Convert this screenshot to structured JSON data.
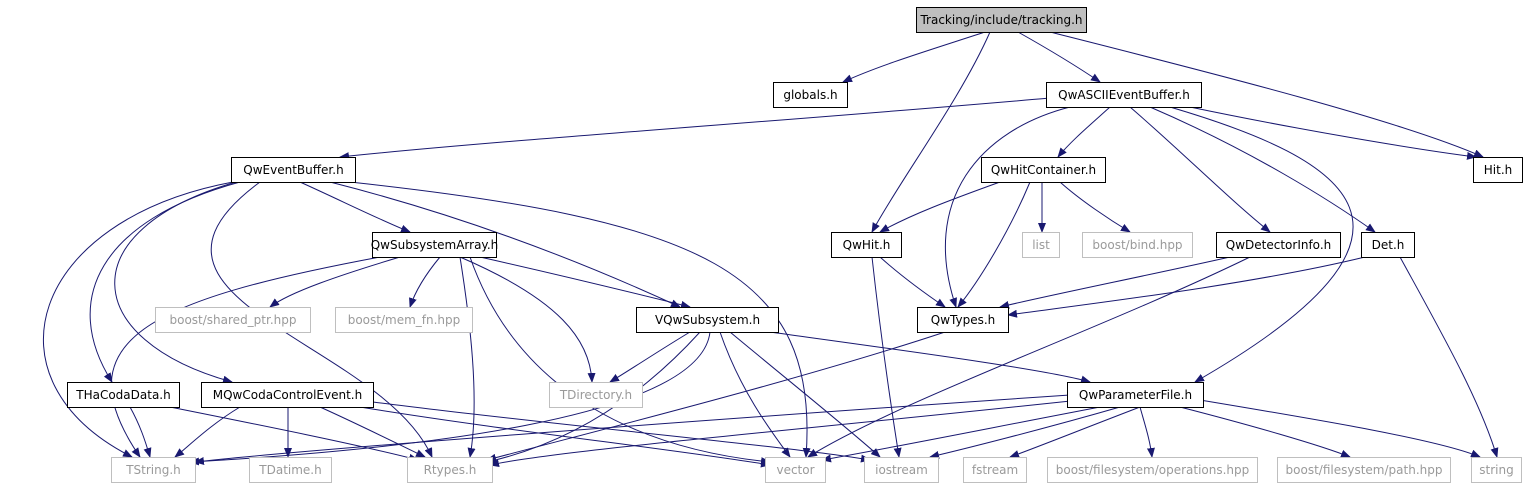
{
  "colors": {
    "edge": "#191970",
    "node_border": "#000000",
    "node_fill": "#ffffff",
    "root_fill": "#bfbfbf",
    "external_border": "#bfbfbf",
    "external_text": "#9a9a9a",
    "text": "#000000"
  },
  "nodes": [
    {
      "id": "tracking",
      "label": "Tracking/include/tracking.h",
      "kind": "root"
    },
    {
      "id": "globals",
      "label": "globals.h",
      "kind": "header"
    },
    {
      "id": "asciievent",
      "label": "QwASCIIEventBuffer.h",
      "kind": "header"
    },
    {
      "id": "hit",
      "label": "Hit.h",
      "kind": "header"
    },
    {
      "id": "eventbuffer",
      "label": "QwEventBuffer.h",
      "kind": "header"
    },
    {
      "id": "hitcontainer",
      "label": "QwHitContainer.h",
      "kind": "header"
    },
    {
      "id": "subsysarray",
      "label": "QwSubsystemArray.h",
      "kind": "header"
    },
    {
      "id": "qwhit",
      "label": "QwHit.h",
      "kind": "header"
    },
    {
      "id": "list",
      "label": "list",
      "kind": "external"
    },
    {
      "id": "bind",
      "label": "boost/bind.hpp",
      "kind": "external"
    },
    {
      "id": "detinfo",
      "label": "QwDetectorInfo.h",
      "kind": "header"
    },
    {
      "id": "det",
      "label": "Det.h",
      "kind": "header"
    },
    {
      "id": "sharedptr",
      "label": "boost/shared_ptr.hpp",
      "kind": "external"
    },
    {
      "id": "memfn",
      "label": "boost/mem_fn.hpp",
      "kind": "external"
    },
    {
      "id": "vsubsys",
      "label": "VQwSubsystem.h",
      "kind": "header"
    },
    {
      "id": "qwtypes",
      "label": "QwTypes.h",
      "kind": "header"
    },
    {
      "id": "thacoda",
      "label": "THaCodaData.h",
      "kind": "header"
    },
    {
      "id": "mqwcoda",
      "label": "MQwCodaControlEvent.h",
      "kind": "header"
    },
    {
      "id": "tdirectory",
      "label": "TDirectory.h",
      "kind": "external"
    },
    {
      "id": "paramfile",
      "label": "QwParameterFile.h",
      "kind": "header"
    },
    {
      "id": "tstring",
      "label": "TString.h",
      "kind": "external"
    },
    {
      "id": "tdatime",
      "label": "TDatime.h",
      "kind": "external"
    },
    {
      "id": "rtypes",
      "label": "Rtypes.h",
      "kind": "external"
    },
    {
      "id": "vector",
      "label": "vector",
      "kind": "external"
    },
    {
      "id": "iostream",
      "label": "iostream",
      "kind": "external"
    },
    {
      "id": "fstream",
      "label": "fstream",
      "kind": "external"
    },
    {
      "id": "fsops",
      "label": "boost/filesystem/operations.hpp",
      "kind": "external"
    },
    {
      "id": "fspath",
      "label": "boost/filesystem/path.hpp",
      "kind": "external"
    },
    {
      "id": "string",
      "label": "string",
      "kind": "external"
    }
  ],
  "edges": [
    [
      "tracking",
      "globals"
    ],
    [
      "tracking",
      "asciievent"
    ],
    [
      "tracking",
      "hit"
    ],
    [
      "tracking",
      "qwhit"
    ],
    [
      "asciievent",
      "eventbuffer"
    ],
    [
      "asciievent",
      "hitcontainer"
    ],
    [
      "asciievent",
      "hit"
    ],
    [
      "asciievent",
      "qwtypes"
    ],
    [
      "asciievent",
      "detinfo"
    ],
    [
      "asciievent",
      "det"
    ],
    [
      "asciievent",
      "paramfile"
    ],
    [
      "eventbuffer",
      "subsysarray"
    ],
    [
      "eventbuffer",
      "vsubsys"
    ],
    [
      "eventbuffer",
      "thacoda"
    ],
    [
      "eventbuffer",
      "mqwcoda"
    ],
    [
      "eventbuffer",
      "tstring"
    ],
    [
      "eventbuffer",
      "rtypes"
    ],
    [
      "eventbuffer",
      "vector"
    ],
    [
      "hitcontainer",
      "qwhit"
    ],
    [
      "hitcontainer",
      "list"
    ],
    [
      "hitcontainer",
      "bind"
    ],
    [
      "hitcontainer",
      "qwtypes"
    ],
    [
      "qwhit",
      "qwtypes"
    ],
    [
      "qwhit",
      "iostream"
    ],
    [
      "detinfo",
      "qwtypes"
    ],
    [
      "detinfo",
      "vector"
    ],
    [
      "det",
      "qwtypes"
    ],
    [
      "det",
      "string"
    ],
    [
      "subsysarray",
      "sharedptr"
    ],
    [
      "subsysarray",
      "memfn"
    ],
    [
      "subsysarray",
      "vsubsys"
    ],
    [
      "subsysarray",
      "tdirectory"
    ],
    [
      "subsysarray",
      "tstring"
    ],
    [
      "subsysarray",
      "rtypes"
    ],
    [
      "subsysarray",
      "vector"
    ],
    [
      "vsubsys",
      "tdirectory"
    ],
    [
      "vsubsys",
      "paramfile"
    ],
    [
      "vsubsys",
      "rtypes"
    ],
    [
      "vsubsys",
      "vector"
    ],
    [
      "vsubsys",
      "iostream"
    ],
    [
      "vsubsys",
      "tstring"
    ],
    [
      "qwtypes",
      "rtypes"
    ],
    [
      "thacoda",
      "tstring"
    ],
    [
      "thacoda",
      "rtypes"
    ],
    [
      "mqwcoda",
      "tstring"
    ],
    [
      "mqwcoda",
      "tdatime"
    ],
    [
      "mqwcoda",
      "rtypes"
    ],
    [
      "mqwcoda",
      "vector"
    ],
    [
      "mqwcoda",
      "iostream"
    ],
    [
      "paramfile",
      "tstring"
    ],
    [
      "paramfile",
      "rtypes"
    ],
    [
      "paramfile",
      "vector"
    ],
    [
      "paramfile",
      "iostream"
    ],
    [
      "paramfile",
      "fstream"
    ],
    [
      "paramfile",
      "fsops"
    ],
    [
      "paramfile",
      "fspath"
    ],
    [
      "paramfile",
      "string"
    ]
  ]
}
